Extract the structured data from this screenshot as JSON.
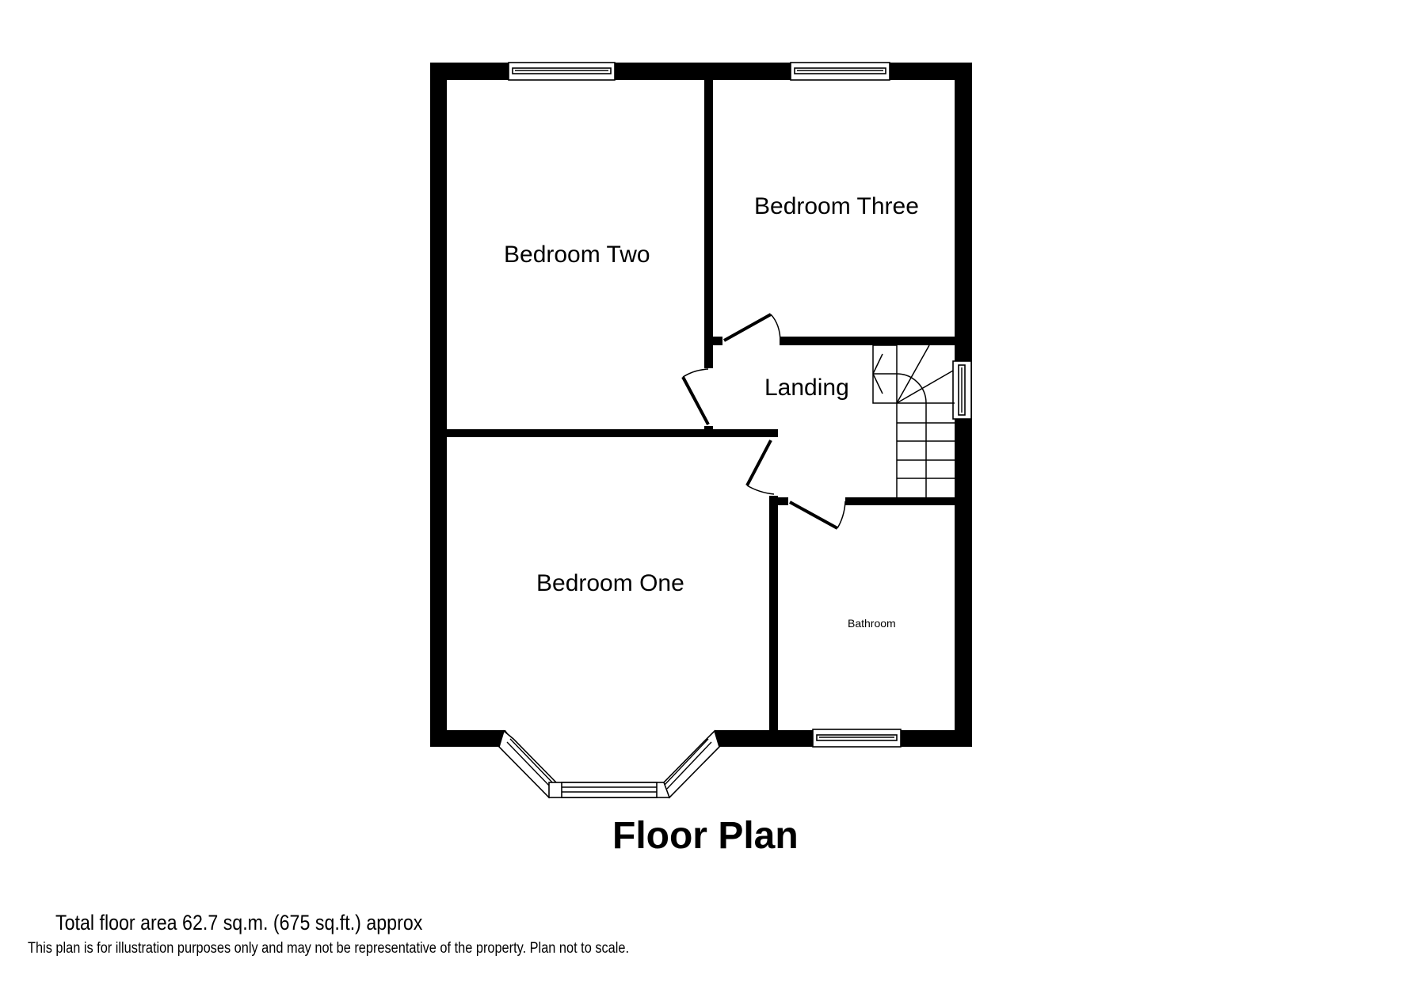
{
  "plan": {
    "title": "Floor Plan",
    "rooms": [
      {
        "id": "bedroom-two",
        "label": "Bedroom Two"
      },
      {
        "id": "bedroom-three",
        "label": "Bedroom Three"
      },
      {
        "id": "landing",
        "label": "Landing"
      },
      {
        "id": "bedroom-one",
        "label": "Bedroom One"
      },
      {
        "id": "bathroom",
        "label": "Bathroom"
      }
    ],
    "footer": {
      "total_area": "Total floor area 62.7 sq.m. (675 sq.ft.) approx",
      "disclaimer": "This plan is for illustration purposes only and may not be representative of the property. Plan not to scale."
    }
  },
  "colors": {
    "wall": "#000000",
    "background": "#ffffff"
  }
}
